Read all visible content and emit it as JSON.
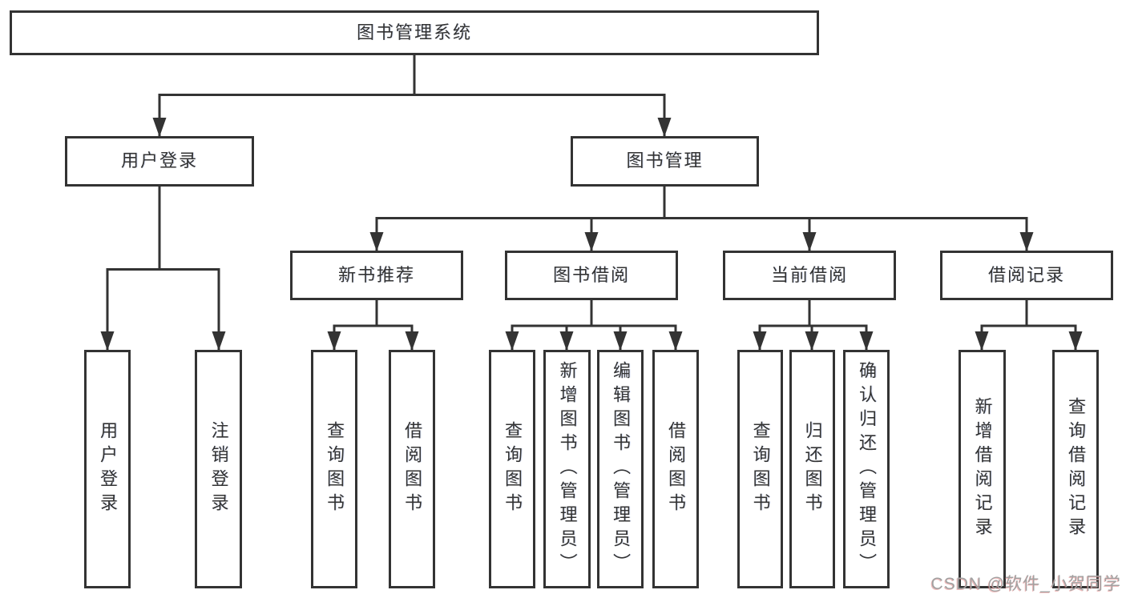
{
  "diagram_type": "hierarchy-structure-chart",
  "colors": {
    "line": "#333333",
    "box_border": "#333333",
    "text": "#333333",
    "watermark": "#a2a2a2",
    "background": "#ffffff"
  },
  "tree": {
    "label": "图书管理系统",
    "children": [
      {
        "label": "用户登录",
        "children": [
          {
            "label": "用户登录"
          },
          {
            "label": "注销登录"
          }
        ]
      },
      {
        "label": "图书管理",
        "children": [
          {
            "label": "新书推荐",
            "children": [
              {
                "label": "查询图书"
              },
              {
                "label": "借阅图书"
              }
            ]
          },
          {
            "label": "图书借阅",
            "children": [
              {
                "label": "查询图书"
              },
              {
                "label": "新增图书（管理员）"
              },
              {
                "label": "编辑图书（管理员）"
              },
              {
                "label": "借阅图书"
              }
            ]
          },
          {
            "label": "当前借阅",
            "children": [
              {
                "label": "查询图书"
              },
              {
                "label": "归还图书"
              },
              {
                "label": "确认归还（管理员）"
              }
            ]
          },
          {
            "label": "借阅记录",
            "children": [
              {
                "label": "新增借阅记录"
              },
              {
                "label": "查询借阅记录"
              }
            ]
          }
        ]
      }
    ]
  },
  "watermark": {
    "text": "CSDN @软件_小贺同学"
  }
}
